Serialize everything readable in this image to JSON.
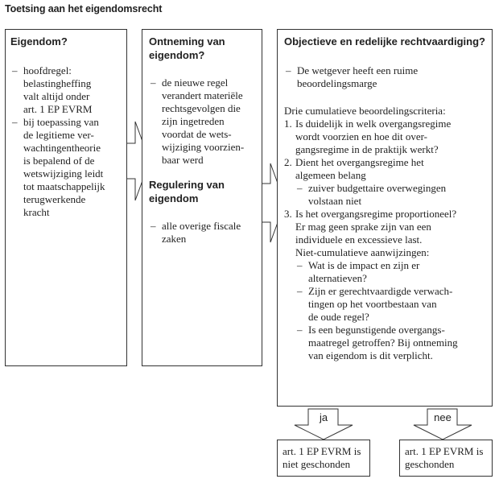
{
  "title": "Toetsing aan het eigendomsrecht",
  "box1": {
    "title": "Eigendom?",
    "items": [
      "hoofdregel:\nbelastingheffing\nvalt altijd onder\nart. 1 EP EVRM",
      "bij toepassing van\nde legitieme ver-\nwachtingentheorie\nis bepalend of de\nwetswijziging leidt\ntot maatschappelijk\nterugwerkende\nkracht"
    ]
  },
  "box2": {
    "title": "Ontneming van\neigendom?",
    "items": [
      "de nieuwe regel\nverandert materiële\nrechtsgevolgen die\nzijn ingetreden\nvoordat de wets-\nwijziging voorzien-\nbaar werd"
    ],
    "subtitle": "Regulering van\neigendom",
    "sub_items": [
      "alle overige fiscale\nzaken"
    ]
  },
  "box3": {
    "title": "Objectieve en redelijke rechtvaardiging?",
    "items": [
      "De wetgever heeft een ruime\nbeoordelingsmarge"
    ],
    "intro": "Drie cumulatieve beoordelingscriteria:",
    "criteria": [
      {
        "num": "1.",
        "text": "Is duidelijk in welk overgangsregime\nwordt voorzien en hoe dit over-\ngangsregime in de praktijk werkt?",
        "subitems": []
      },
      {
        "num": "2.",
        "text": "Dient het overgangsregime het\nalgemeen belang",
        "subitems": [
          "zuiver budgettaire overwegingen\nvolstaan niet"
        ]
      },
      {
        "num": "3.",
        "text": "Is het overgangsregime proportioneel?\nEr mag geen sprake zijn van een\nindividuele en excessieve last.\nNiet-cumulatieve aanwijzingen:",
        "subitems": [
          "Wat is de impact en zijn er\nalternatieven?",
          "Zijn er gerechtvaardigde verwach-\ntingen op het voortbestaan van\nde oude regel?",
          "Is een begunstigende overgangs-\nmaatregel getroffen? Bij ontneming\nvan eigendom is dit verplicht."
        ]
      }
    ]
  },
  "outcome_yes": {
    "label": "ja",
    "result": "art. 1 EP EVRM is\nniet geschonden"
  },
  "outcome_no": {
    "label": "nee",
    "result": "art. 1 EP EVRM is\ngeschonden"
  }
}
